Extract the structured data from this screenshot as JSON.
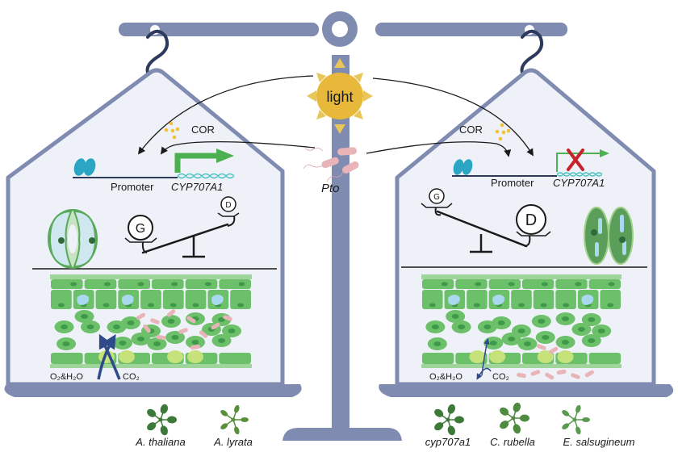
{
  "center": {
    "sun_label": "light",
    "pathogen_label": "Pto"
  },
  "left_panel": {
    "signal_label": "COR",
    "promoter_label": "Promoter",
    "gene_label": "CYP707A1",
    "gene_state": "expressed",
    "balance_heavy": "G",
    "balance_light": "D",
    "gas_label_out": "O₂&H₂O",
    "gas_label_in": "CO₂",
    "stomata_state": "open"
  },
  "right_panel": {
    "signal_label": "COR",
    "promoter_label": "Promoter",
    "gene_label": "CYP707A1",
    "gene_state": "repressed",
    "balance_heavy": "D",
    "balance_light": "G",
    "gas_label_out": "O₂&H₂O",
    "gas_label_in": "CO₂",
    "stomata_state": "closed"
  },
  "plants": {
    "left": [
      {
        "name": "A. thaliana"
      },
      {
        "name": "A. lyrata"
      }
    ],
    "right": [
      {
        "name": "cyp707a1"
      },
      {
        "name": "C. rubella"
      },
      {
        "name": "E. salsugineum"
      }
    ]
  },
  "colors": {
    "frame": "#7f8bb0",
    "frame_dark": "#2e3a5c",
    "panel_fill": "#eef1f7",
    "leaf_green": "#6cc06a",
    "leaf_dark": "#3e9a48",
    "sun": "#e8b83a",
    "arrow_green": "#4caf50",
    "repress_red": "#c8232c",
    "bacteria_pink": "#e9b4b8",
    "nucleosome": "#2aa6c4",
    "water_blue": "#a9d8ef"
  }
}
